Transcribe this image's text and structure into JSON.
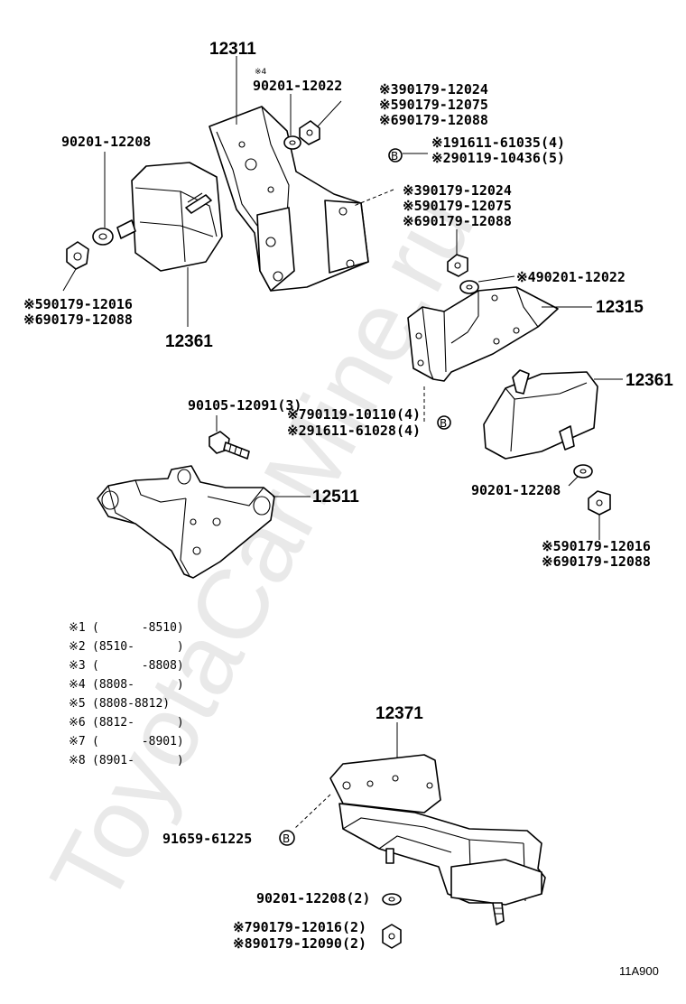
{
  "watermark": "ToyotaCarMine.ru",
  "figure_id": "11A900",
  "parts": {
    "p12311": "12311",
    "p12315": "12315",
    "p12361_left": "12361",
    "p12361_right": "12361",
    "p12511": "12511",
    "p12371": "12371",
    "n4_label": "※4",
    "n4_part": "90201-12022",
    "top_bolt_a": "※390179-12024",
    "top_bolt_b": "※590179-12075",
    "top_bolt_c": "※690179-12088",
    "left_washer": "90201-12208",
    "b_marker_a": "※191611-61035(4)",
    "b_marker_b": "※290119-10436(5)",
    "mid_nut_a": "※390179-12024",
    "mid_nut_b": "※590179-12075",
    "mid_nut_c": "※690179-12088",
    "mid_washer": "※490201-12022",
    "left_nut_a": "※590179-12016",
    "left_nut_b": "※690179-12088",
    "bolt_90105": "90105-12091(3)",
    "bolt_b_a": "※790119-10110(4)",
    "bolt_b_b": "※291611-61028(4)",
    "right_washer": "90201-12208",
    "right_nut_a": "※590179-12016",
    "right_nut_b": "※690179-12088",
    "b_bolt_rear": "91659-61225",
    "rear_washer": "90201-12208(2)",
    "rear_nut_a": "※790179-12016(2)",
    "rear_nut_b": "※890179-12090(2)"
  },
  "footnotes": [
    {
      "mark": "※1",
      "range": "(      -8510)"
    },
    {
      "mark": "※2",
      "range": "(8510-      )"
    },
    {
      "mark": "※3",
      "range": "(      -8808)"
    },
    {
      "mark": "※4",
      "range": "(8808-      )"
    },
    {
      "mark": "※5",
      "range": "(8808-8812)"
    },
    {
      "mark": "※6",
      "range": "(8812-      )"
    },
    {
      "mark": "※7",
      "range": "(      -8901)"
    },
    {
      "mark": "※8",
      "range": "(8901-      )"
    }
  ],
  "b_symbol": "B"
}
